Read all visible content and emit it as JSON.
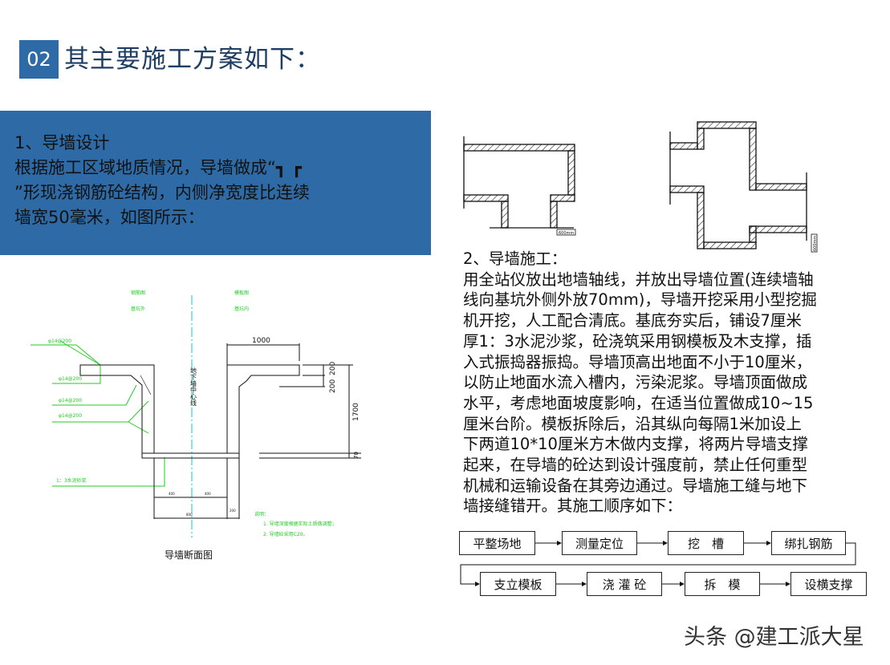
{
  "header": {
    "number": "02",
    "title": "其主要施工方案如下："
  },
  "section1": {
    "lines": [
      "1、导墙设计",
      "根据施工区域地质情况，导墙做成“┓ ┏",
      "”形现浇钢筋砼结构，内侧净宽度比连续",
      "墙宽50毫米，如图所示："
    ]
  },
  "section2": {
    "lines": [
      "2、导墙施工：",
      "用全站仪放出地墙轴线，并放出导墙位置(连续墙轴",
      "线向基坑外侧外放70mm)，导墙开挖采用小型挖掘",
      "机开挖，人工配合清底。基底夯实后，铺设7厘米",
      "厚1：3水泥沙浆，砼浇筑采用钢模板及木支撑，插",
      "入式振捣器振捣。导墙顶高出地面不小于10厘米，",
      "以防止地面水流入槽内，污染泥浆。导墙顶面做成",
      "水平，考虑地面坡度影响，在适当位置做成10~15",
      "厘米台阶。模板拆除后，沿其纵向每隔1米加设上",
      "下两道10*10厘米方木做内支撑，将两片导墙支撑",
      "起来，在导墙的砼达到设计强度前，禁止任何重型",
      "机械和运输设备在其旁边通过。导墙施工缝与地下",
      "墙接缝错开。其施工顺序如下："
    ]
  },
  "drawing": {
    "title": "导墙断面图",
    "centerline_label": "地下墙中心线",
    "top_labels": [
      "钢筋图",
      "基坑外",
      "模板图",
      "基坑内"
    ],
    "rebar_labels": [
      "φ14@200",
      "φ14@200",
      "φ14@200",
      "φ14@200"
    ],
    "mortar_label": "1：3水泥砂浆",
    "dims": [
      "1000",
      "200",
      "200",
      "1700",
      "70",
      "400",
      "400",
      "800",
      "200"
    ],
    "notes": [
      "说明：",
      "1. 导墙深度根据实际土质做调整；",
      "2. 导墙砼采用C20。"
    ],
    "plan_scale_labels": [
      "600mm",
      "600mm"
    ]
  },
  "flow": {
    "row1": [
      "平整场地",
      "测量定位",
      "挖　槽",
      "绑扎钢筋"
    ],
    "row2": [
      "支立模板",
      "浇 灌 砼",
      "拆　模",
      "设横支撑"
    ]
  },
  "watermark": "头条 @建工派大星",
  "colors": {
    "accent": "#2e6aa6",
    "cad_green": "#22cc22",
    "centerline": "#00c8d8"
  }
}
